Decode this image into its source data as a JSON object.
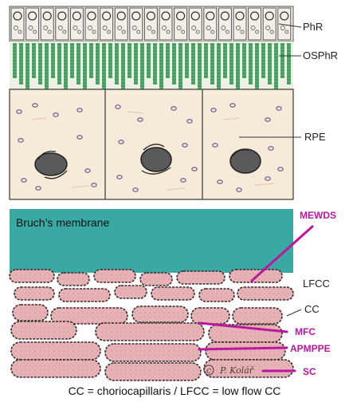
{
  "labels": {
    "phr": "PhR",
    "osphr": "OSPhR",
    "rpe": "RPE",
    "bruch": "Bruch’s membrane",
    "mewds": "MEWDS",
    "lfcc": "LFCC",
    "cc": "CC",
    "mfc": "MFC",
    "apmppe": "APMPPE",
    "sc": "SC"
  },
  "signature": "P. Kolář",
  "caption": "CC = choriocapillaris / LFCC = low flow CC",
  "colors": {
    "bruch_membrane": "#3aa8a3",
    "outer_segments": "#3f9a5c",
    "vessel_fill": "#e7b3b6",
    "disease_marker": "#b8189e",
    "rpe_background": "#f6ead8",
    "nucleus": "#5a5a5a"
  }
}
